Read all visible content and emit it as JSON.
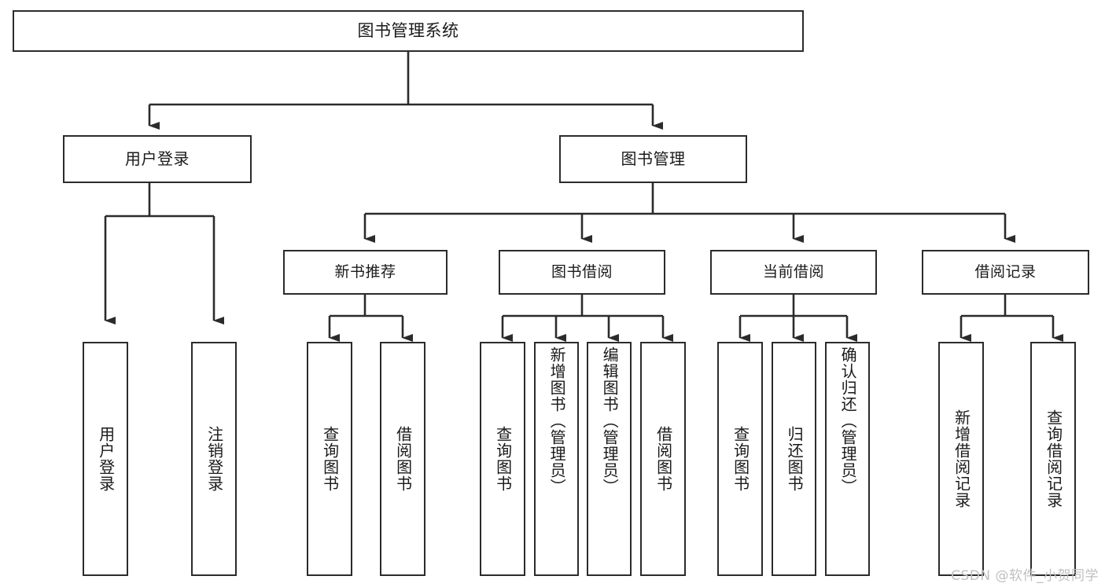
{
  "diagram": {
    "kind": "functional-structure-tree",
    "root": {
      "id": "root",
      "label": "图书管理系统"
    },
    "level2": [
      {
        "id": "user-login",
        "label": "用户登录"
      },
      {
        "id": "book-manage",
        "label": "图书管理"
      }
    ],
    "level3": [
      {
        "id": "new-book-rec",
        "label": "新书推荐"
      },
      {
        "id": "book-borrow",
        "label": "图书借阅"
      },
      {
        "id": "current-borrow",
        "label": "当前借阅"
      },
      {
        "id": "borrow-record",
        "label": "借阅记录"
      }
    ],
    "leaves": {
      "user_login": [
        {
          "id": "leaf-user-login",
          "label": "用户登录"
        },
        {
          "id": "leaf-logout",
          "label": "注销登录"
        }
      ],
      "new_book_rec": [
        {
          "id": "leaf-query-book-1",
          "label": "查询图书"
        },
        {
          "id": "leaf-borrow-book-1",
          "label": "借阅图书"
        }
      ],
      "book_borrow": [
        {
          "id": "leaf-query-book-2",
          "label": "查询图书"
        },
        {
          "id": "leaf-add-book",
          "label": "新增图书（管理员）"
        },
        {
          "id": "leaf-edit-book",
          "label": "编辑图书（管理员）"
        },
        {
          "id": "leaf-borrow-book-2",
          "label": "借阅图书"
        }
      ],
      "current_borrow": [
        {
          "id": "leaf-query-book-3",
          "label": "查询图书"
        },
        {
          "id": "leaf-return-book",
          "label": "归还图书"
        },
        {
          "id": "leaf-confirm-return",
          "label": "确认归还（管理员）"
        }
      ],
      "borrow_record": [
        {
          "id": "leaf-add-record",
          "label": "新增借阅记录"
        },
        {
          "id": "leaf-query-record",
          "label": "查询借阅记录"
        }
      ]
    }
  },
  "watermark": {
    "text": "CSDN @软件_小贺同学"
  },
  "colors": {
    "box_border": "#2b2b2b",
    "box_fill": "#ffffff",
    "connector": "#2b2b2b",
    "text": "#1a1a1a",
    "watermark": "#bfbfbf",
    "background": "#ffffff"
  }
}
